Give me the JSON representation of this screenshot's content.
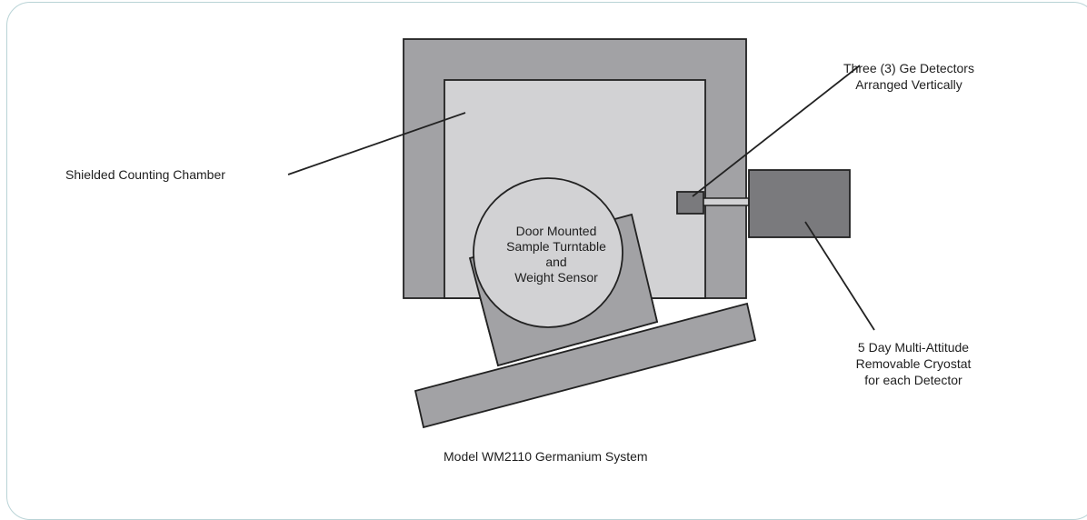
{
  "labels": {
    "chamber": "Shielded Counting Chamber",
    "detectors": [
      "Three (3) Ge Detectors",
      "Arranged Vertically"
    ],
    "turntable": [
      "Door Mounted",
      "Sample Turntable",
      "and",
      "Weight Sensor"
    ],
    "cryostat": [
      "5 Day Multi-Attitude",
      "Removable Cryostat",
      "for each Detector"
    ]
  },
  "caption": "Model WM2110 Germanium System",
  "colors": {
    "outer_shield": "#a2a2a5",
    "inner_chamber": "#d2d2d4",
    "cryostat": "#7a7a7d",
    "door": "#a2a2a5",
    "turntable_circle": "#d2d2d4",
    "frame_border": "#b9d3d6"
  }
}
